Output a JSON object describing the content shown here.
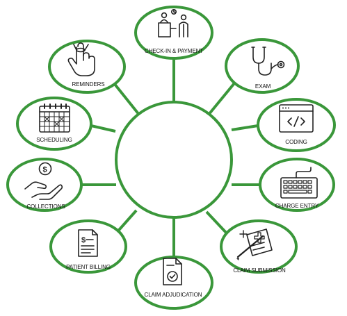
{
  "accent_color": "#3a973a",
  "nodes": [
    {
      "key": "checkin",
      "label": "CHECK-IN & PAYMENT",
      "icon": "reception-desk-icon"
    },
    {
      "key": "exam",
      "label": "EXAM",
      "icon": "stethoscope-icon"
    },
    {
      "key": "coding",
      "label": "CODING",
      "icon": "code-window-icon"
    },
    {
      "key": "charge",
      "label": "CHARGE ENTRY",
      "icon": "keyboard-icon"
    },
    {
      "key": "claimsub",
      "label": "CLAIM SUBMISSION",
      "icon": "medical-claim-form-icon"
    },
    {
      "key": "adjudication",
      "label": "CLAIM  ADJUDICATION",
      "icon": "document-check-icon"
    },
    {
      "key": "billing",
      "label": "PATIENT BILLING",
      "icon": "invoice-document-icon"
    },
    {
      "key": "collections",
      "label": "COLLECTIONS",
      "icon": "hand-dollar-coin-icon"
    },
    {
      "key": "scheduling",
      "label": "SCHEDULING",
      "icon": "calendar-icon"
    },
    {
      "key": "reminders",
      "label": "REMINDERS",
      "icon": "finger-string-icon"
    }
  ]
}
